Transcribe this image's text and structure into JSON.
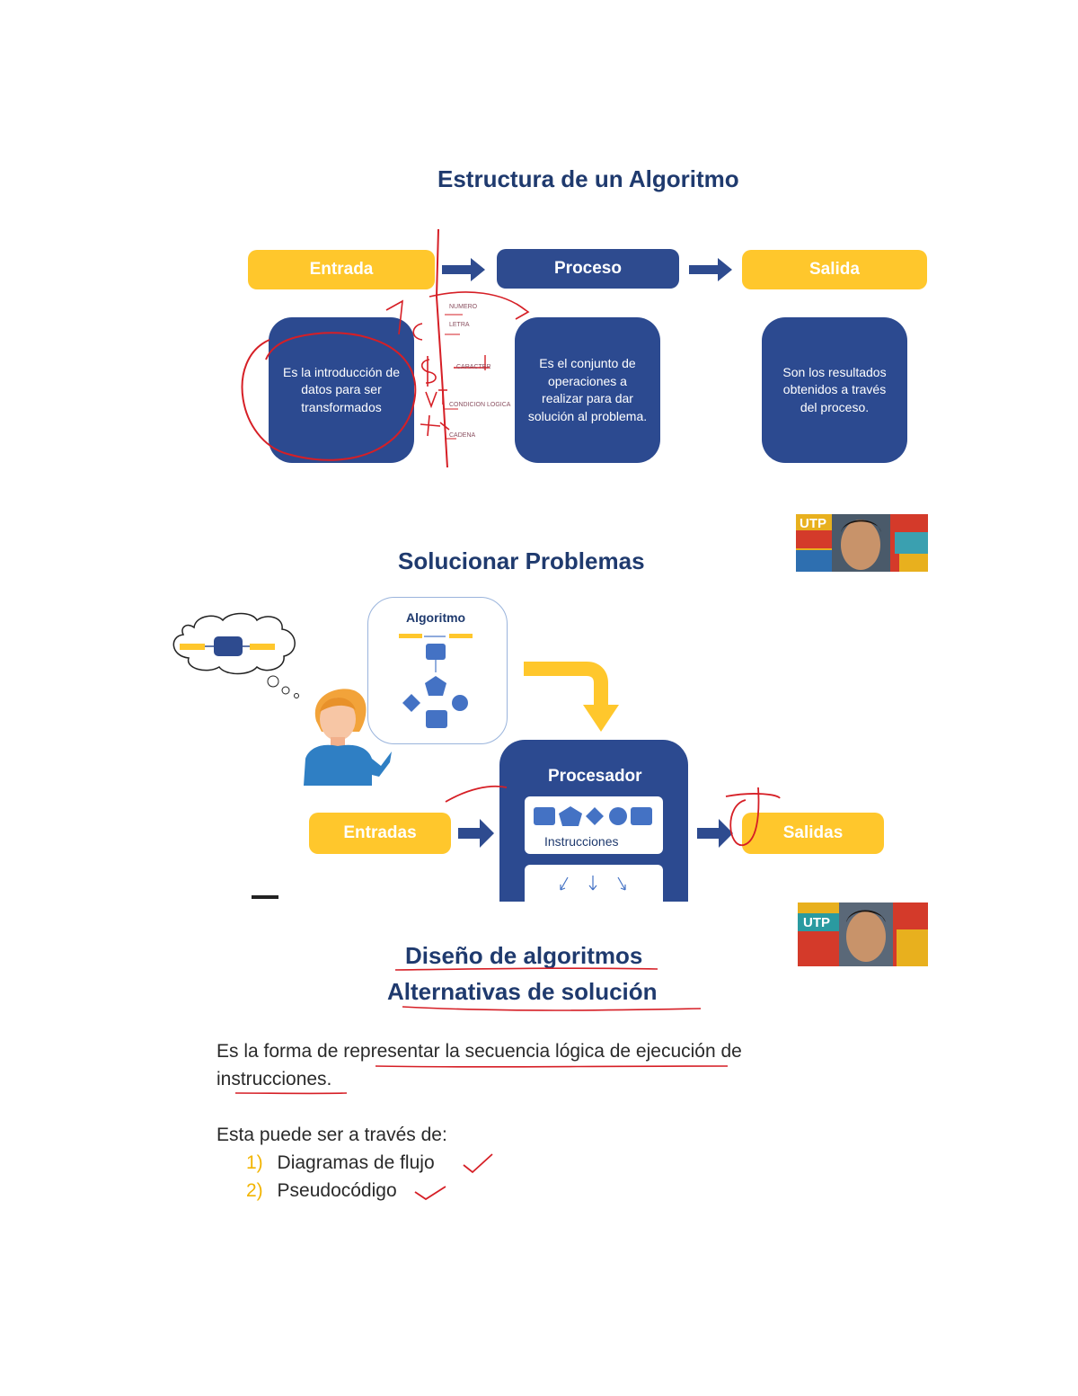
{
  "slide1": {
    "title": "Estructura de un Algoritmo",
    "entrada": "Entrada",
    "proceso": "Proceso",
    "salida": "Salida",
    "entrada_desc": "Es la introducción de datos para ser transformados",
    "proceso_desc": "Es el conjunto de operaciones a realizar para dar solución al problema.",
    "salida_desc": "Son los resultados obtenidos a través del proceso.",
    "handwritten_labels": [
      "NUMERO",
      "LETRA",
      "CARACTER",
      "CONDICION LOGICA",
      "CADENA"
    ]
  },
  "slide2": {
    "title": "Solucionar Problemas",
    "algoritmo_label": "Algoritmo",
    "procesador_label": "Procesador",
    "instrucciones_label": "Instrucciones",
    "entradas": "Entradas",
    "salidas": "Salidas",
    "webcam_logo": "UTP"
  },
  "slide3": {
    "title_line1": "Diseño de algoritmos",
    "title_line2": "Alternativas de solución",
    "paragraph_line1": "Es la forma de representar la secuencia lógica de ejecución de",
    "paragraph_line2": "instrucciones.",
    "intro": "Esta puede ser a través de:",
    "items": [
      {
        "num": "1)",
        "text": "Diagramas de flujo"
      },
      {
        "num": "2)",
        "text": "Pseudocódigo"
      }
    ],
    "webcam_logo": "UTP"
  },
  "colors": {
    "navy": "#2c4a90",
    "yellow": "#ffc72c",
    "annotation_red": "#d61f26"
  }
}
